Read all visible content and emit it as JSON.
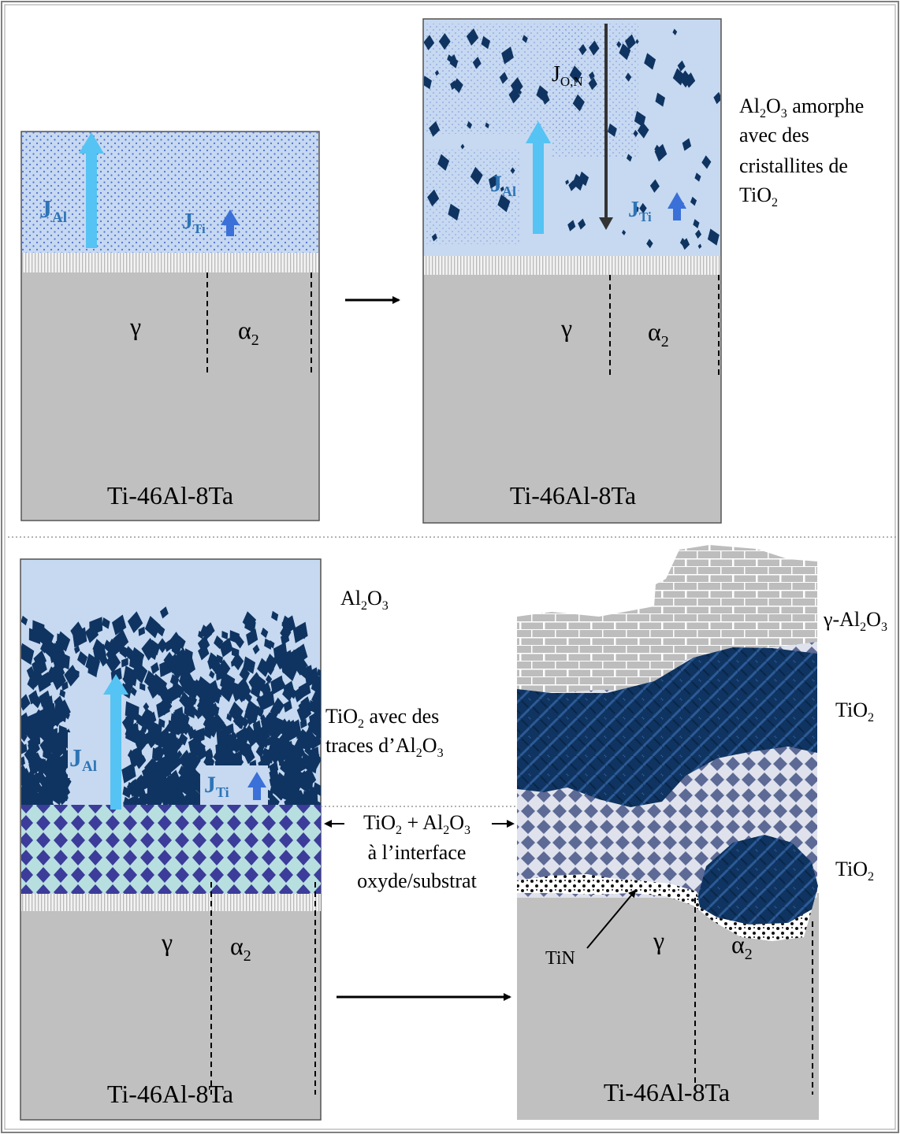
{
  "panels": {
    "top_left": {
      "substrate": "Ti-46Al-8Ta",
      "phase_gamma": "γ",
      "phase_alpha": "α",
      "phase_alpha_sub": "2",
      "flux_al": "J",
      "flux_al_sub": "Al",
      "flux_ti": "J",
      "flux_ti_sub": "Ti"
    },
    "top_right": {
      "substrate": "Ti-46Al-8Ta",
      "phase_gamma": "γ",
      "phase_alpha": "α",
      "phase_alpha_sub": "2",
      "flux_al": "J",
      "flux_al_sub": "Al",
      "flux_ti": "J",
      "flux_ti_sub": "Ti",
      "flux_on": "J",
      "flux_on_sub": "O,N",
      "label_line1_a": "Al",
      "label_line1_sub1": "2",
      "label_line1_b": "O",
      "label_line1_sub2": "3",
      "label_line1_c": " amorphe",
      "label_line2": "avec des",
      "label_line3": "cristallites de",
      "label_line4_a": "TiO",
      "label_line4_sub": "2"
    },
    "bottom_left": {
      "substrate": "Ti-46Al-8Ta",
      "phase_gamma": "γ",
      "phase_alpha": "α",
      "phase_alpha_sub": "2",
      "flux_al": "J",
      "flux_al_sub": "Al",
      "flux_ti": "J",
      "flux_ti_sub": "Ti",
      "top_oxide_a": "Al",
      "top_oxide_sub1": "2",
      "top_oxide_b": "O",
      "top_oxide_sub2": "3",
      "mid_line1_a": "TiO",
      "mid_line1_sub": "2",
      "mid_line1_b": " avec des",
      "mid_line2_a": "traces d’Al",
      "mid_line2_sub1": "2",
      "mid_line2_b": "O",
      "mid_line2_sub2": "3",
      "interface_line1_a": "TiO",
      "interface_line1_sub1": "2",
      "interface_line1_b": " + Al",
      "interface_line1_sub2": "2",
      "interface_line1_c": "O",
      "interface_line1_sub3": "3",
      "interface_line2": "à l’interface",
      "interface_line3": "oxyde/substrat"
    },
    "bottom_right": {
      "substrate": "Ti-46Al-8Ta",
      "phase_gamma": "γ",
      "phase_alpha": "α",
      "phase_alpha_sub": "2",
      "layer1_a": "γ-Al",
      "layer1_sub1": "2",
      "layer1_b": "O",
      "layer1_sub2": "3",
      "layer2_a": "TiO",
      "layer2_sub": "2",
      "layer3_a": "TiO",
      "layer3_sub": "2",
      "tin_label": "TiN"
    }
  },
  "colors": {
    "oxide_light_blue": "#c6d9f1",
    "dot_blue": "#4f6fd6",
    "tio2_dark": "#0f3461",
    "substrate_gray": "#c0c0c0",
    "arrow_cyan": "#55c3f3",
    "arrow_blue": "#3a70d8",
    "label_blue": "#2e74b5",
    "checker_dark": "#3c3c9a",
    "checker_light": "#b8dfe0"
  }
}
